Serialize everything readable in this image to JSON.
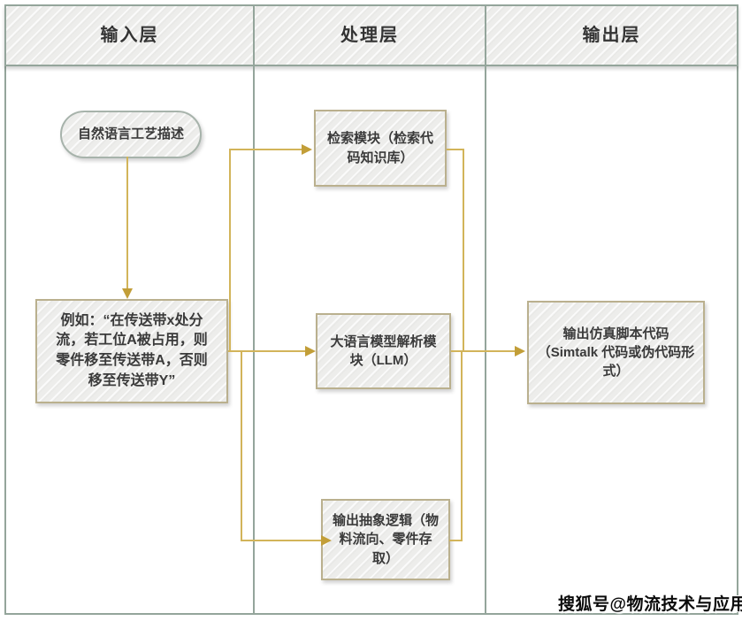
{
  "header": {
    "lanes": [
      "输入层",
      "处理层",
      "输出层"
    ]
  },
  "nodes": {
    "nl_description": {
      "text": "自然语言工艺描述",
      "lines": [
        "自然语言工艺描述"
      ]
    },
    "example": {
      "text": "例如：“在传送带x处分流，若工位A被占用，则零件移至传送带A，否则移至传送带Y”",
      "lines": [
        "例如：“在传送带x处分",
        "流，若工位A被占用，则",
        "零件移至传送带A，否则",
        "移至传送带Y”"
      ]
    },
    "retrieval": {
      "text": "检索模块（检索代码知识库）",
      "lines": [
        "检索模块（检索代",
        "码知识库）"
      ]
    },
    "llm": {
      "text": "大语言模型解析模块（LLM）",
      "lines": [
        "大语言模型解析模",
        "块（LLM）"
      ]
    },
    "abstract_logic": {
      "text": "输出抽象逻辑（物料流向、零件存取）",
      "lines": [
        "输出抽象逻辑（物",
        "料流向、零件存",
        "取）"
      ]
    },
    "output_code": {
      "text": "输出仿真脚本代码（Simtalk 代码或伪代码形式）",
      "lines": [
        "输出仿真脚本代码",
        "（Simtalk 代码或伪代码形",
        "式）"
      ]
    }
  },
  "watermark": {
    "text": "搜狐号@物流技术与应用"
  },
  "colors": {
    "lane_border": "#94A59B",
    "connector_line": "#D2B45A",
    "connector_arrow": "#C29E38",
    "box_border": "#BAB08E",
    "oval_border": "#A7B3AB",
    "node_fill": "#EDEDEB",
    "text": "#3A3A3A"
  }
}
